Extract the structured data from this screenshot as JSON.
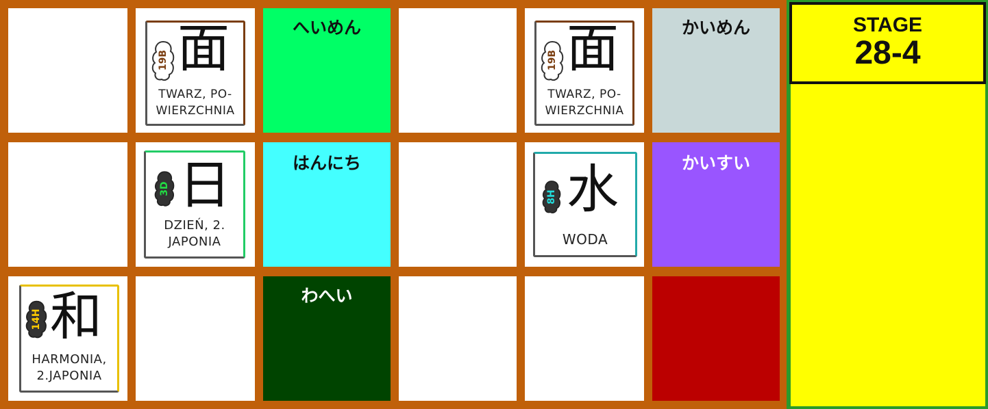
{
  "stage": {
    "label": "STAGE",
    "number": "28-4"
  },
  "board": {
    "r1c2": {
      "kanji": "面",
      "code": "19B",
      "meaning_1": "TWARZ, PO-",
      "meaning_2": "WIERZCHNIA"
    },
    "r1c3": {
      "kana": "へいめん",
      "color": "#00ff66"
    },
    "r1c5": {
      "kanji": "面",
      "code": "19B",
      "meaning_1": "TWARZ, PO-",
      "meaning_2": "WIERZCHNIA"
    },
    "r1c6": {
      "kana": "かいめん",
      "color": "#c8d8d8"
    },
    "r2c2": {
      "kanji": "日",
      "code": "3D",
      "meaning_1": "DZIEŃ, 2.",
      "meaning_2": "JAPONIA"
    },
    "r2c3": {
      "kana": "はんにち",
      "color": "#44ffff"
    },
    "r2c5": {
      "kanji": "水",
      "code": "8H",
      "meaning_1": "WODA"
    },
    "r2c6": {
      "kana": "かいすい",
      "color": "#9955ff"
    },
    "r3c1": {
      "kanji": "和",
      "code": "14H",
      "meaning_1": "HARMONIA,",
      "meaning_2": "2.JAPONIA"
    },
    "r3c3": {
      "kana": "わへい",
      "color": "#004400"
    },
    "r3c6": {
      "color": "#bb0000"
    }
  }
}
